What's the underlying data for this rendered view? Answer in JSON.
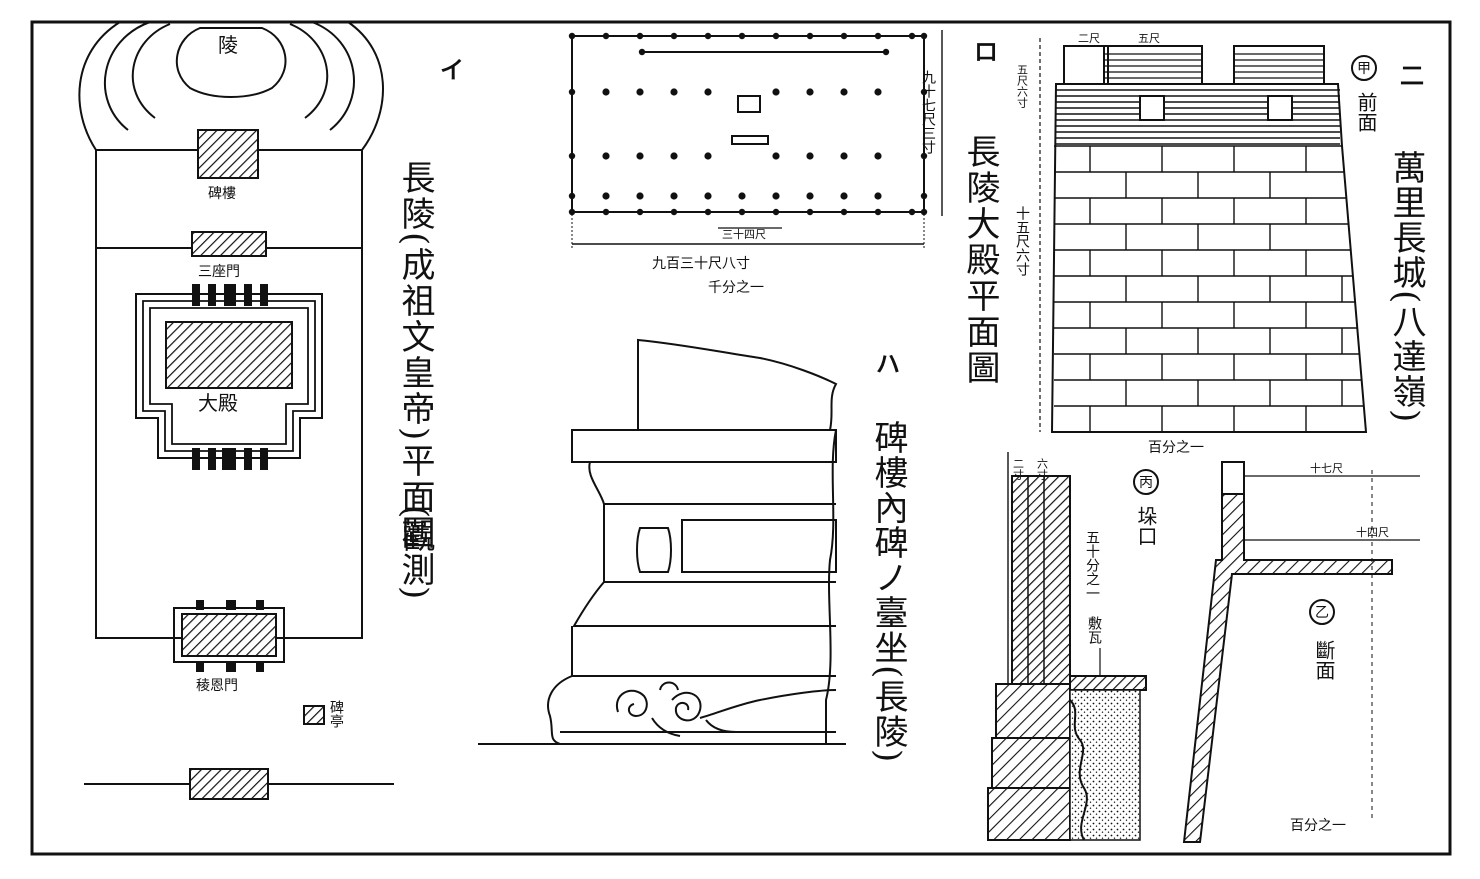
{
  "plate": {
    "border_color": "#111111",
    "background": "#ffffff"
  },
  "panel_i": {
    "marker": "イ",
    "title": [
      "長",
      "陵",
      "(",
      "成",
      "祖",
      "文",
      "皇",
      "帝",
      ")",
      "平",
      "面",
      "圖"
    ],
    "note": [
      "(",
      "觀",
      "測",
      ")"
    ],
    "labels": {
      "tomb": "陵",
      "stele_tower": "碑樓",
      "third_gate": "三座門",
      "great_hall": "大殿",
      "lingen_gate": "稜恩門",
      "stele_pavilion": "碑亭"
    }
  },
  "panel_ro": {
    "marker": "ロ",
    "title": [
      "長",
      "陵",
      "大",
      "殿",
      "平",
      "面",
      "圖"
    ],
    "dim_width": "九百三十尺八寸",
    "dim_depth": "九十七尺三寸",
    "dim_bay": "三十四尺",
    "scale": "千分之一"
  },
  "panel_ha": {
    "marker": "ハ",
    "title": [
      "碑",
      "樓",
      "內",
      "碑",
      "ノ",
      "臺",
      "坐",
      "(",
      "長",
      "陵",
      ")"
    ]
  },
  "panel_ni": {
    "marker": "二",
    "title": [
      "萬",
      "里",
      "長",
      "城",
      "(",
      "八",
      "達",
      "嶺",
      ")"
    ],
    "front": {
      "marker": "甲",
      "label": [
        "前",
        "面"
      ]
    },
    "crenel": {
      "marker": "丙",
      "label": [
        "垛",
        "口"
      ]
    },
    "section": {
      "marker": "乙",
      "label": [
        "斷",
        "面"
      ]
    },
    "dim_top": "五尺六寸",
    "dim_wall": "十五尺六寸",
    "dim_crenel_a": "二尺",
    "dim_crenel_b": "五尺",
    "dim_parapet": "五十分之一",
    "dim_brick": "敷瓦",
    "dim_seventeen": "十七尺",
    "dim_fourteen": "十四尺",
    "dim_small_a": "二寸",
    "dim_small_b": "六寸",
    "scale_front": "百分之一",
    "scale_section": "百分之一"
  }
}
